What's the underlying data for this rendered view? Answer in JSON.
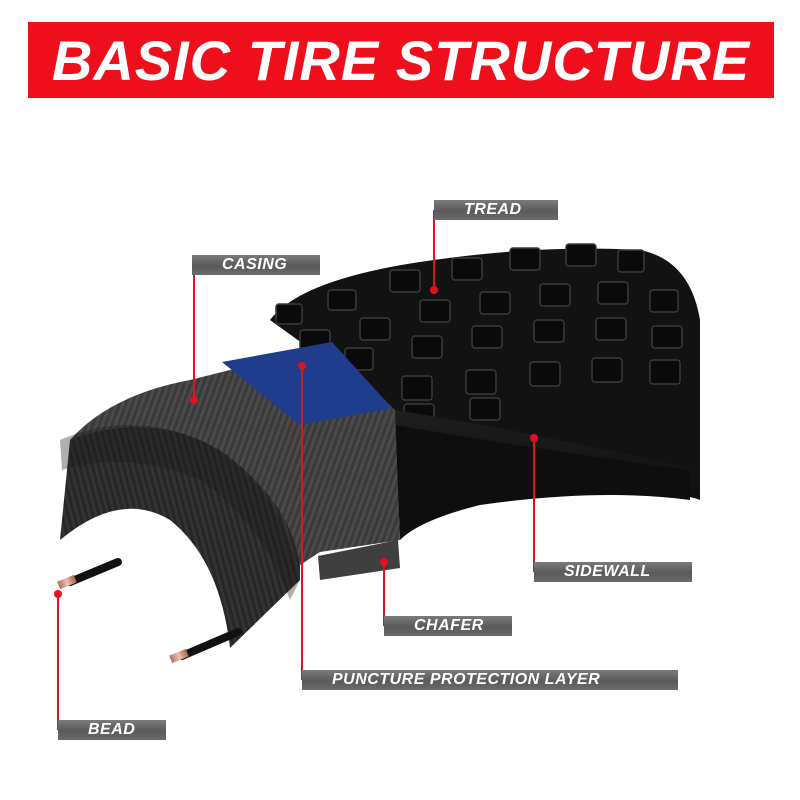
{
  "title": "BASIC TIRE STRUCTURE",
  "colors": {
    "banner": "#ef0e1b",
    "label_bg": "#666666",
    "leader_line": "#e3101f",
    "protection_layer": "#1f3d8c"
  },
  "labels": {
    "tread": "TREAD",
    "casing": "CASING",
    "sidewall": "SIDEWALL",
    "chafer": "CHAFER",
    "puncture_protection_layer": "PUNCTURE PROTECTION LAYER",
    "bead": "BEAD"
  }
}
